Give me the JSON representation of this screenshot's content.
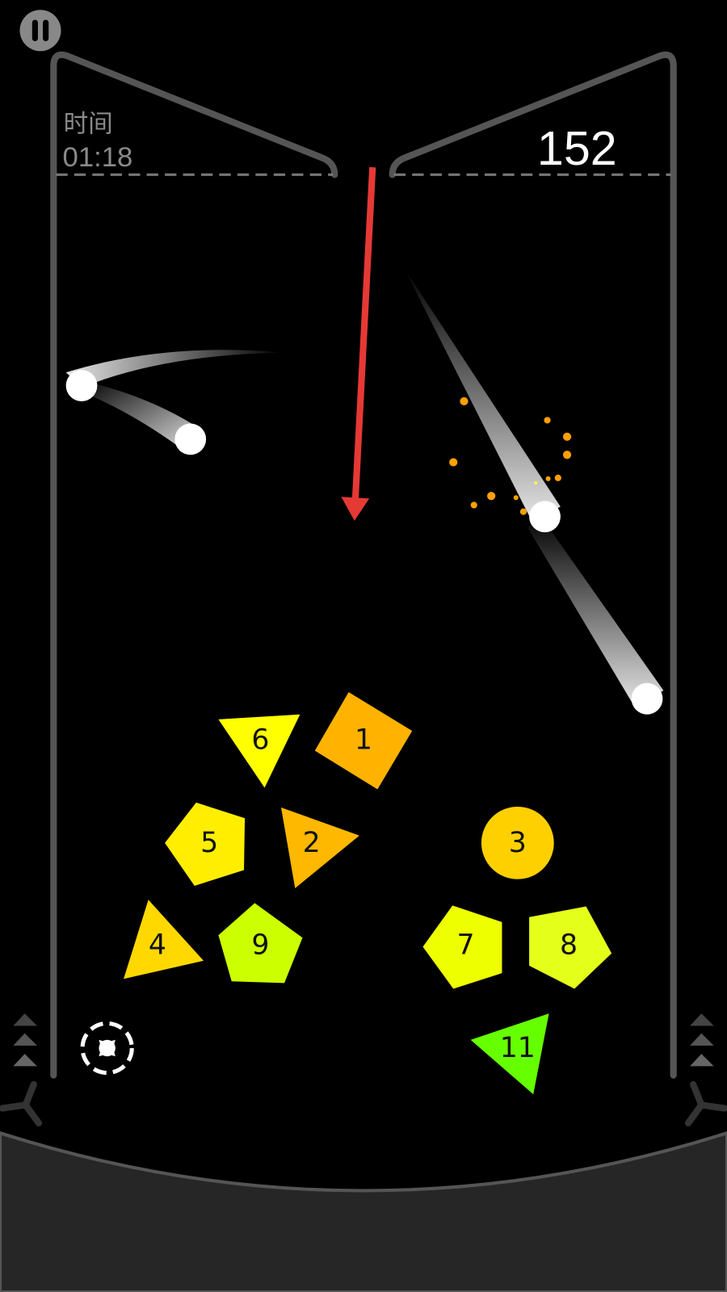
{
  "hud": {
    "time_label": "时间",
    "time_value": "01:18",
    "score": "152"
  },
  "colors": {
    "background": "#000000",
    "wall": "#555555",
    "floor": "#262626",
    "aim_arrow": "#e53935",
    "ball": "#ffffff",
    "spark": "#ffa000"
  },
  "blocks": [
    {
      "label": "6",
      "shape": "triangle",
      "color": "#ffff00"
    },
    {
      "label": "1",
      "shape": "square",
      "color": "#ffb300"
    },
    {
      "label": "5",
      "shape": "pentagon",
      "color": "#ffee00"
    },
    {
      "label": "2",
      "shape": "triangle",
      "color": "#ffb800"
    },
    {
      "label": "3",
      "shape": "circle",
      "color": "#ffd000"
    },
    {
      "label": "4",
      "shape": "triangle",
      "color": "#ffd800"
    },
    {
      "label": "9",
      "shape": "pentagon",
      "color": "#ccff00"
    },
    {
      "label": "7",
      "shape": "pentagon",
      "color": "#eeff00"
    },
    {
      "label": "8",
      "shape": "pentagon",
      "color": "#e4ff1a"
    },
    {
      "label": "11",
      "shape": "triangle",
      "color": "#66ff00"
    }
  ],
  "icons": {
    "pause": "pause-icon",
    "target": "crosshair-target-icon",
    "boost": "triple-chevron-up-icon",
    "fan": "fan-icon"
  }
}
